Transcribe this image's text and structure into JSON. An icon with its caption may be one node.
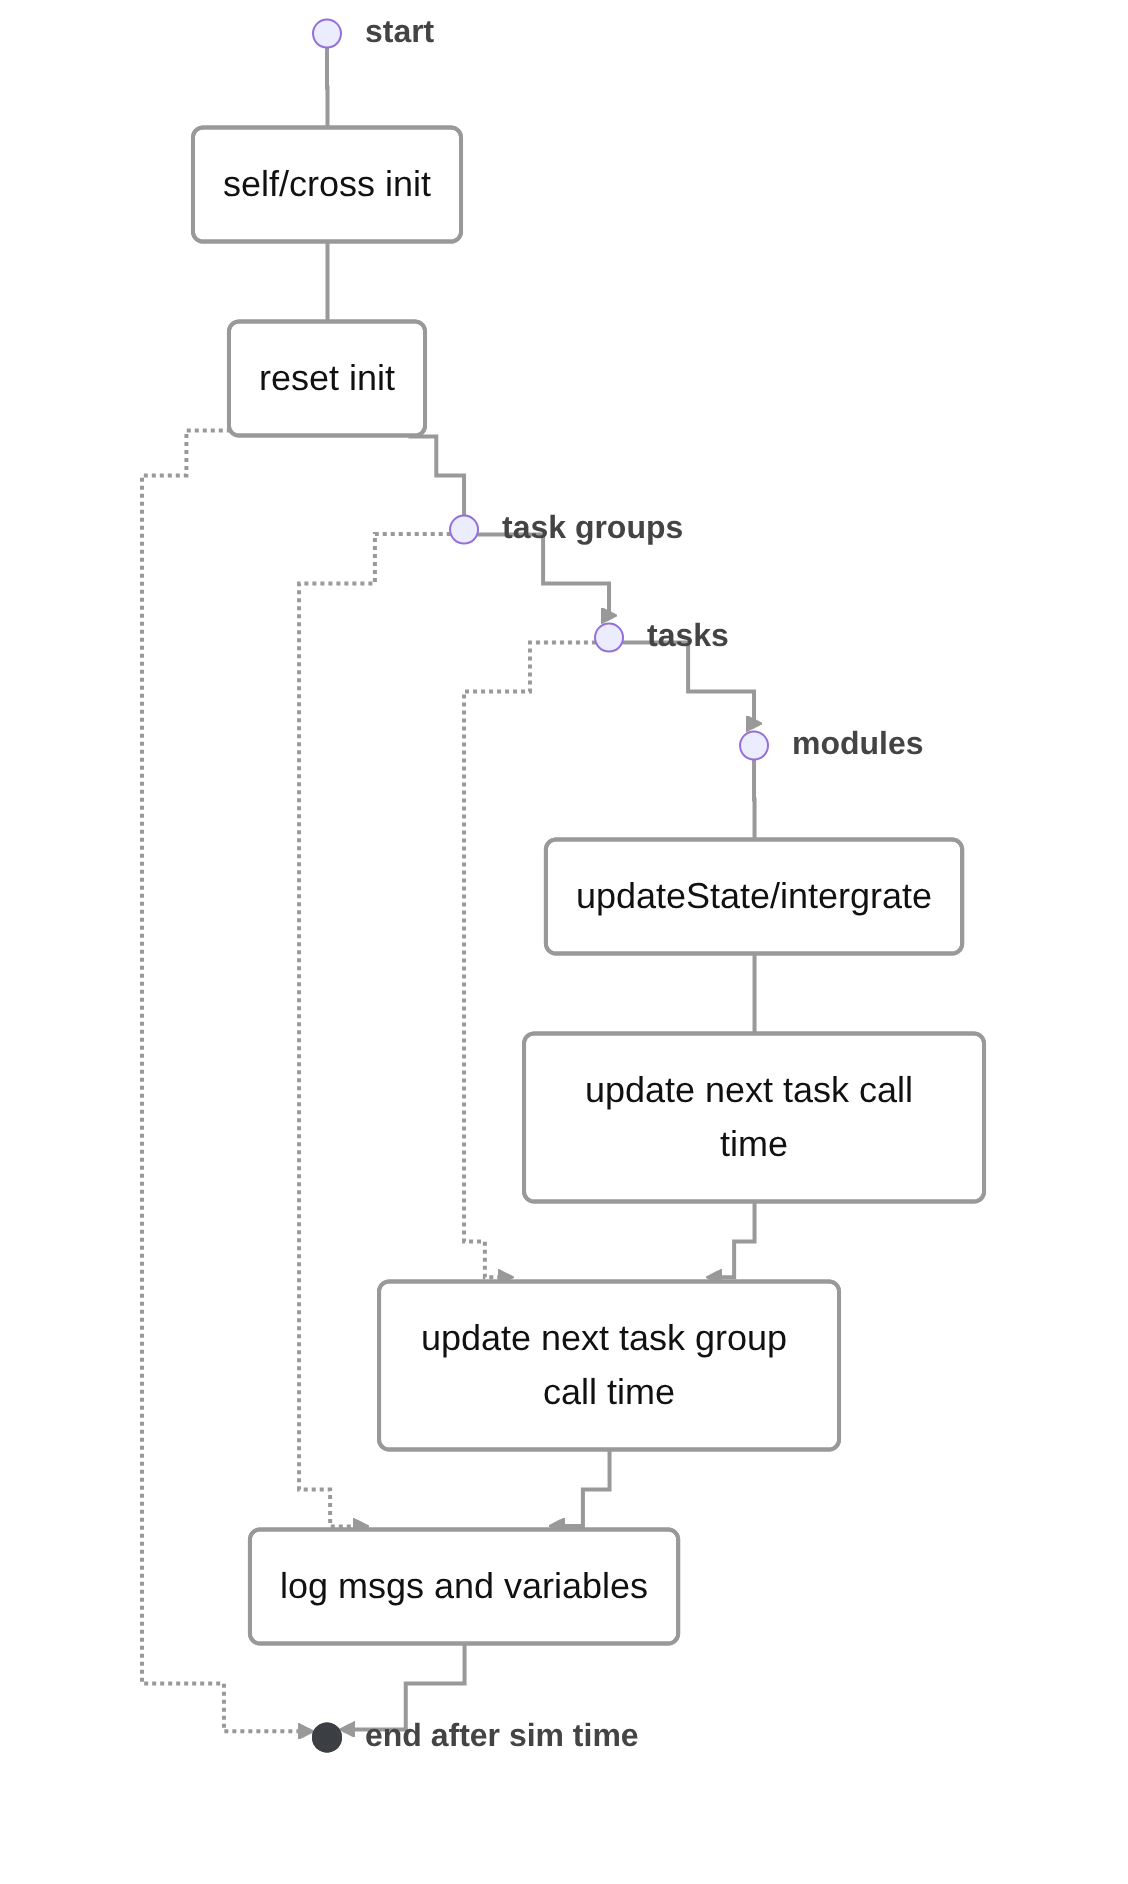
{
  "diagram": {
    "nodes": [
      {
        "text": [],
        "shape": "circle",
        "beside": [
          "start"
        ]
      },
      {
        "text": [
          "self/cross init"
        ]
      },
      {
        "text": [
          "reset init"
        ]
      },
      {
        "text": [],
        "shape": "circle",
        "beside": [
          "task groups"
        ]
      },
      {
        "text": [],
        "shape": "circle",
        "beside": [
          "tasks"
        ]
      },
      {
        "text": [],
        "shape": "circle",
        "beside": [
          "modules"
        ]
      },
      {
        "text": [
          "updateState/intergrate"
        ]
      },
      {
        "text": [
          "update next task call time"
        ]
      },
      {
        "text": [
          "update next task group call time"
        ]
      },
      {
        "text": [
          "log msgs and variables"
        ]
      },
      {
        "text": [],
        "shape": "circle",
        "beside": [
          "end after sim time"
        ]
      }
    ],
    "edges": [
      {
        "from": 0,
        "to": 1,
        "arrow": "none"
      },
      {
        "from": 1,
        "to": 2,
        "arrow": "none"
      },
      {
        "from": 2,
        "to": 3,
        "arrow": "none"
      },
      {
        "from": 2,
        "to": 10,
        "arrow": "to",
        "style": "dashed"
      },
      {
        "from": 3,
        "to": 4,
        "arrow": "to"
      },
      {
        "from": 3,
        "to": 9,
        "arrow": "to",
        "style": "dashed"
      },
      {
        "from": 4,
        "to": 5,
        "arrow": "to"
      },
      {
        "from": 4,
        "to": 8,
        "arrow": "to",
        "style": "dashed"
      },
      {
        "from": 5,
        "to": 6,
        "arrow": "none"
      },
      {
        "from": 6,
        "to": 7,
        "arrow": "none"
      },
      {
        "from": 7,
        "to": 8,
        "arrow": "to"
      },
      {
        "from": 8,
        "to": 9,
        "arrow": "to"
      },
      {
        "from": 9,
        "to": 10,
        "arrow": "to"
      }
    ]
  }
}
